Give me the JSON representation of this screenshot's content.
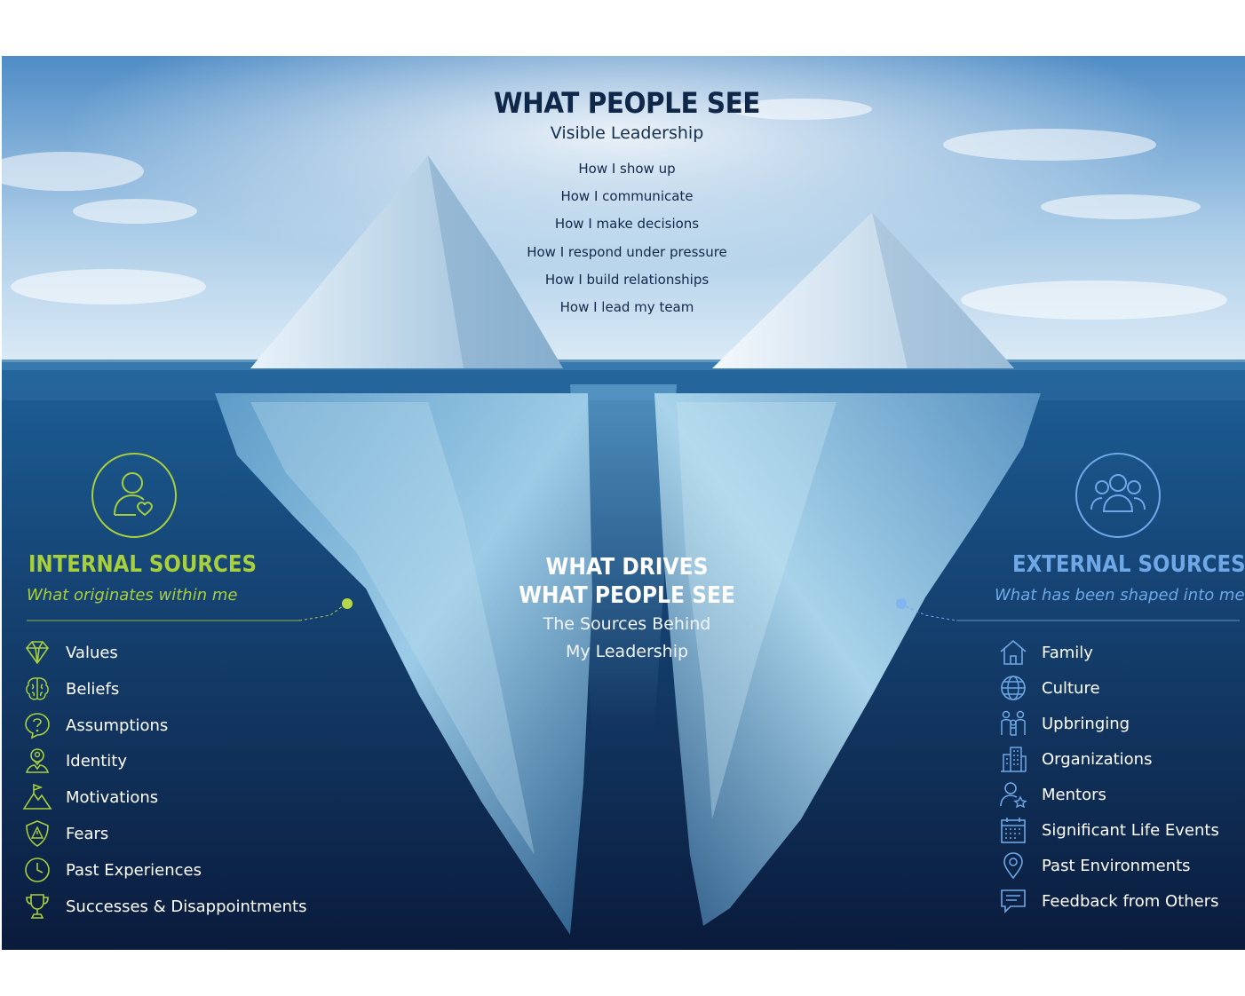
{
  "top": {
    "title": "WHAT PEOPLE SEE",
    "subtitle": "Visible Leadership",
    "items": [
      "How I show up",
      "How I communicate",
      "How I make decisions",
      "How I respond under pressure",
      "How I build relationships",
      "How I lead my team"
    ]
  },
  "middle": {
    "title_line1": "WHAT DRIVES",
    "title_line2": "WHAT PEOPLE SEE",
    "sub_line1": "The Sources Behind",
    "sub_line2": "My Leadership"
  },
  "internal": {
    "title": "INTERNAL SOURCES",
    "subtitle": "What originates within me",
    "color": "#a8cf3c",
    "header_icon": "person-heart-icon",
    "items": [
      {
        "label": "Values",
        "icon": "diamond-icon"
      },
      {
        "label": "Beliefs",
        "icon": "brain-icon"
      },
      {
        "label": "Assumptions",
        "icon": "question-icon"
      },
      {
        "label": "Identity",
        "icon": "identity-icon"
      },
      {
        "label": "Motivations",
        "icon": "mountain-flag-icon"
      },
      {
        "label": "Fears",
        "icon": "shield-alert-icon"
      },
      {
        "label": "Past Experiences",
        "icon": "clock-icon"
      },
      {
        "label": "Successes & Disappointments",
        "icon": "trophy-icon"
      }
    ]
  },
  "external": {
    "title": "EXTERNAL SOURCES",
    "subtitle": "What has been shaped into me",
    "color": "#6fa8e6",
    "header_icon": "group-icon",
    "items": [
      {
        "label": "Family",
        "icon": "house-icon"
      },
      {
        "label": "Culture",
        "icon": "globe-icon"
      },
      {
        "label": "Upbringing",
        "icon": "family-icon"
      },
      {
        "label": "Organizations",
        "icon": "building-icon"
      },
      {
        "label": "Mentors",
        "icon": "mentor-star-icon"
      },
      {
        "label": "Significant Life Events",
        "icon": "calendar-icon"
      },
      {
        "label": "Past Environments",
        "icon": "map-pin-icon"
      },
      {
        "label": "Feedback from Others",
        "icon": "chat-icon"
      }
    ]
  }
}
